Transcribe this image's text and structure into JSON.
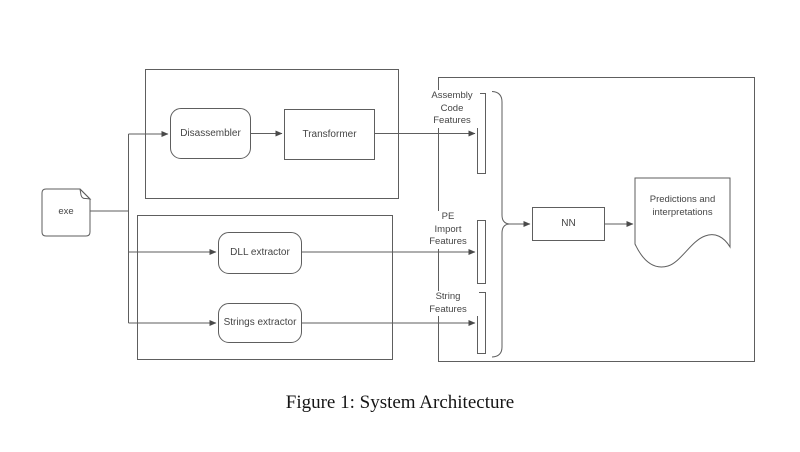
{
  "caption": "Figure 1: System Architecture",
  "colors": {
    "stroke": "#5e5e5e",
    "text": "#454545",
    "background": "#ffffff"
  },
  "nodes": {
    "exe": {
      "label": "exe"
    },
    "disassembler": {
      "label": "Disassembler"
    },
    "transformer": {
      "label": "Transformer"
    },
    "dll_extractor": {
      "label": "DLL extractor"
    },
    "strings_extractor": {
      "label": "Strings extractor"
    },
    "nn": {
      "label": "NN"
    },
    "predictions": {
      "label": "Predictions and\ninterpretations"
    }
  },
  "feature_labels": {
    "assembly": {
      "label": "Assembly\nCode\nFeatures"
    },
    "pe_import": {
      "label": "PE\nImport\nFeatures"
    },
    "string": {
      "label": "String\nFeatures"
    }
  }
}
